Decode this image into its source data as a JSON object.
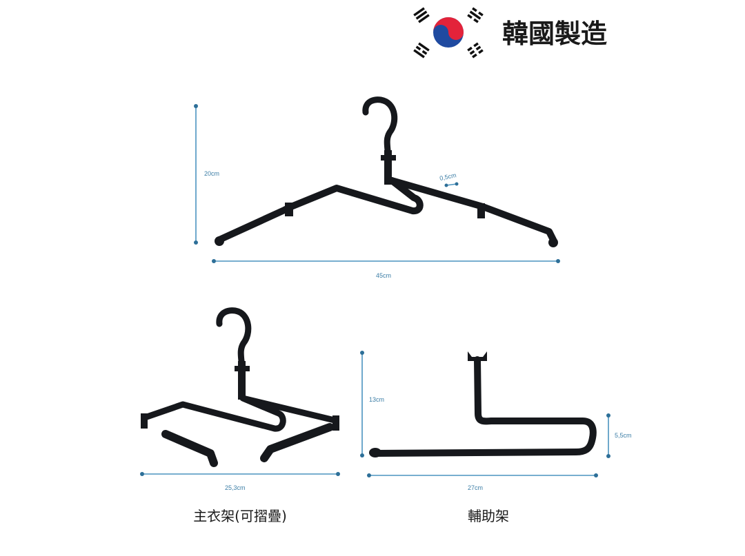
{
  "header": {
    "flag_icon": "korea-flag-icon",
    "title": "韓國製造",
    "flag_colors": {
      "red": "#e3233a",
      "blue": "#1f4aa0",
      "black": "#111111"
    }
  },
  "main_hanger": {
    "height_label": "20cm",
    "width_label": "45cm",
    "thickness_label": "0,5cm"
  },
  "folded_hanger": {
    "width_label": "25,3cm",
    "caption": "主衣架(可摺疊)"
  },
  "auxiliary_hanger": {
    "height_label": "13cm",
    "width_label": "27cm",
    "depth_label": "5,5cm",
    "caption": "輔助架"
  },
  "colors": {
    "dimension": "#4a93bf",
    "hanger": "#16181c"
  }
}
